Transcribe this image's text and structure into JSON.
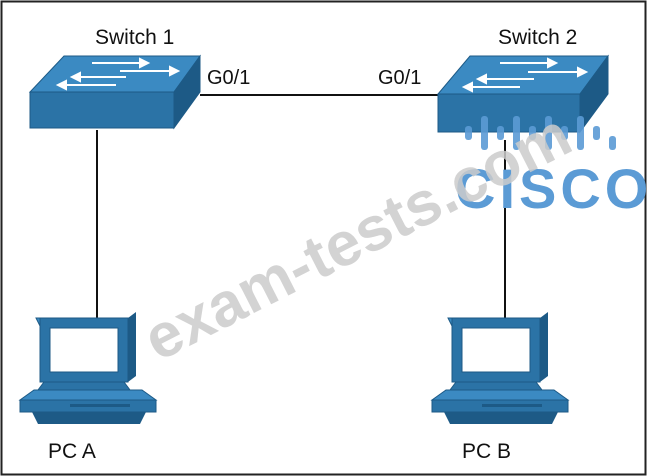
{
  "diagram": {
    "nodes": {
      "switch1": {
        "label": "Switch 1",
        "port": "G0/1"
      },
      "switch2": {
        "label": "Switch 2",
        "port": "G0/1"
      },
      "pca": {
        "label": "PC A"
      },
      "pcb": {
        "label": "PC B"
      }
    },
    "links": [
      {
        "from": "switch1",
        "to": "switch2",
        "from_port": "G0/1",
        "to_port": "G0/1"
      },
      {
        "from": "switch1",
        "to": "pca"
      },
      {
        "from": "switch2",
        "to": "pcb"
      }
    ],
    "colors": {
      "switch": "#2b73a6",
      "switch_dark": "#1d5a86",
      "switch_top": "#3b8ac2",
      "line": "#111111",
      "logo": "#5b9bd5",
      "watermark": "#c9c9c9"
    }
  },
  "watermark": {
    "text": "exam-tests.com",
    "logo_text": "CISCO"
  }
}
